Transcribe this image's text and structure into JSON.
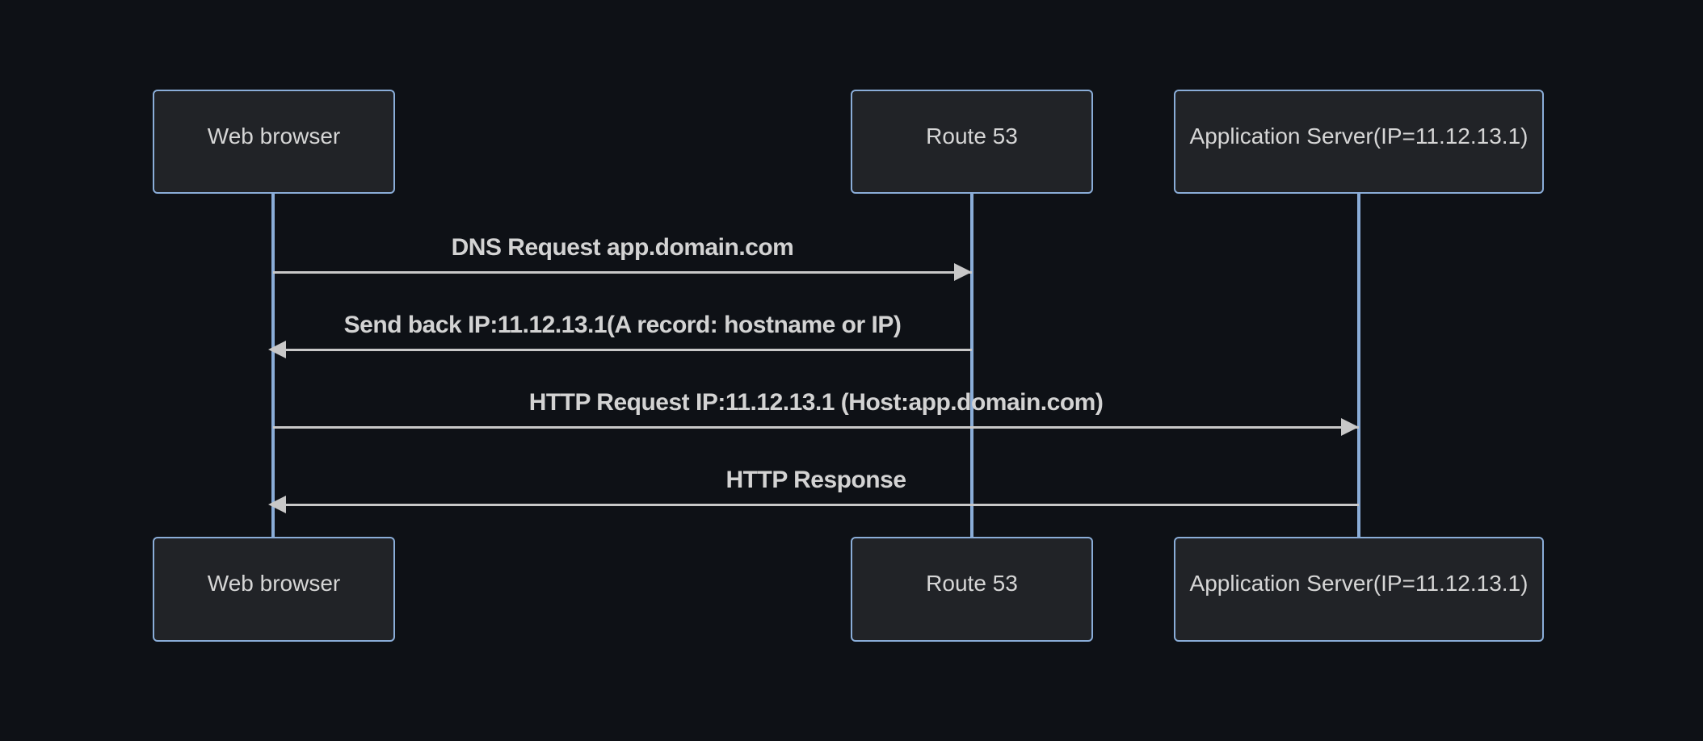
{
  "diagram": {
    "type": "sequence",
    "colors": {
      "bg": "#0e1116",
      "actor_fill": "#212327",
      "actor_border": "#8aadd8",
      "actor_text": "#d6d6d6",
      "lifeline": "#8aadd8",
      "signal_line": "#c8c8c8",
      "signal_text": "#d3d3d3"
    },
    "actors": [
      {
        "id": "web-browser",
        "label": "Web browser"
      },
      {
        "id": "route-53",
        "label": "Route 53"
      },
      {
        "id": "application-server",
        "label": "Application Server(IP=11.12.13.1)"
      }
    ],
    "messages": [
      {
        "from": "web-browser",
        "to": "route-53",
        "direction": "right",
        "text": "DNS Request app.domain.com"
      },
      {
        "from": "route-53",
        "to": "web-browser",
        "direction": "left",
        "text": "Send back IP:11.12.13.1(A record: hostname or IP)"
      },
      {
        "from": "web-browser",
        "to": "application-server",
        "direction": "right",
        "text": "HTTP Request IP:11.12.13.1 (Host:app.domain.com)"
      },
      {
        "from": "application-server",
        "to": "web-browser",
        "direction": "left",
        "text": "HTTP Response"
      }
    ]
  }
}
